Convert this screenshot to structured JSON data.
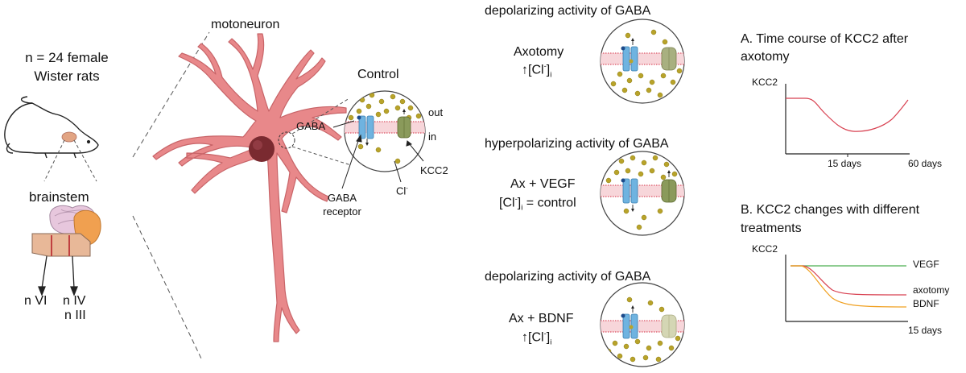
{
  "left": {
    "rats_line1": "n = 24 female",
    "rats_line2": "Wister rats",
    "brainstem": "brainstem",
    "nuclei": {
      "n6": "n VI",
      "n4": "n IV",
      "n3": "n III"
    }
  },
  "neuron": {
    "title": "motoneuron",
    "control": "Control",
    "out": "out",
    "in": "in",
    "gaba": "GABA",
    "gaba_receptor_1": "GABA",
    "gaba_receptor_2": "receptor",
    "cl": "Cl",
    "cl_sup": "-",
    "kcc2": "KCC2"
  },
  "conditions": [
    {
      "heading": "depolarizing activity of GABA",
      "name": "Axotomy",
      "cl_text": "[Cl",
      "cl_sup": "-",
      "cl_tail": "]",
      "cl_sub": "i",
      "suffix": "",
      "arrow": "↑"
    },
    {
      "heading": "hyperpolarizing activity of GABA",
      "name": "Ax + VEGF",
      "cl_text": "[Cl",
      "cl_sup": "-",
      "cl_tail": "]",
      "cl_sub": "i",
      "suffix": " = control",
      "arrow": ""
    },
    {
      "heading": "depolarizing activity of GABA",
      "name": "Ax + BDNF",
      "cl_text": "[Cl",
      "cl_sup": "-",
      "cl_tail": "]",
      "cl_sub": "i",
      "suffix": "",
      "arrow": "↑"
    }
  ],
  "panel_a": {
    "title_1": "A. Time course of KCC2 after",
    "title_2": "axotomy",
    "ylabel": "KCC2",
    "tick1": "15 days",
    "tick2": "60 days"
  },
  "panel_b": {
    "title_1": "B. KCC2 changes with different",
    "title_2": "treatments",
    "ylabel": "KCC2",
    "tick1": "15 days",
    "series": {
      "vegf": "VEGF",
      "axotomy": "axotomy",
      "bdnf": "BDNF"
    }
  },
  "colors": {
    "neuron": "#e8888a",
    "nucleus": "#7a2a30",
    "membrane": "#e26b7b",
    "receptor": "#6fb3e0",
    "kcc2": "#8a9a5b",
    "ion": "#b8a32a",
    "vegf": "#4caf50",
    "axotomy": "#d84050",
    "bdnf": "#f0a020",
    "brain_pink": "#e7c7dd",
    "brain_orange": "#f0a050",
    "brainstem": "#e8b898"
  }
}
